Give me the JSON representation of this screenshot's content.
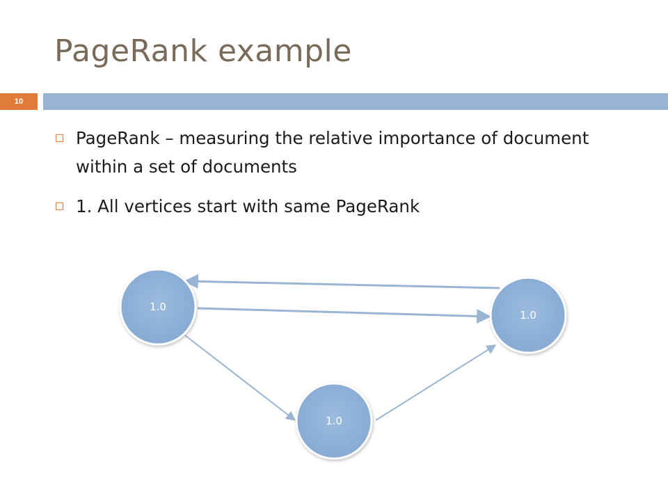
{
  "slide": {
    "title": "PageRank example",
    "number": "10"
  },
  "bullets": [
    {
      "text": "PageRank – measuring the relative importance of document within a set of documents"
    },
    {
      "text": "1. All vertices start with same PageRank"
    }
  ],
  "graph": {
    "nodes": [
      {
        "id": "left",
        "label": "1.0"
      },
      {
        "id": "right",
        "label": "1.0"
      },
      {
        "id": "bottom",
        "label": "1.0"
      }
    ],
    "edges": [
      {
        "from": "right",
        "to": "left"
      },
      {
        "from": "left",
        "to": "right"
      },
      {
        "from": "left",
        "to": "bottom"
      },
      {
        "from": "bottom",
        "to": "right"
      }
    ]
  },
  "colors": {
    "title": "#7a6a5a",
    "accent": "#e07b39",
    "bar": "#97b4d2",
    "node_fill": "#8fb0d6",
    "edge": "#9ab5d3"
  }
}
